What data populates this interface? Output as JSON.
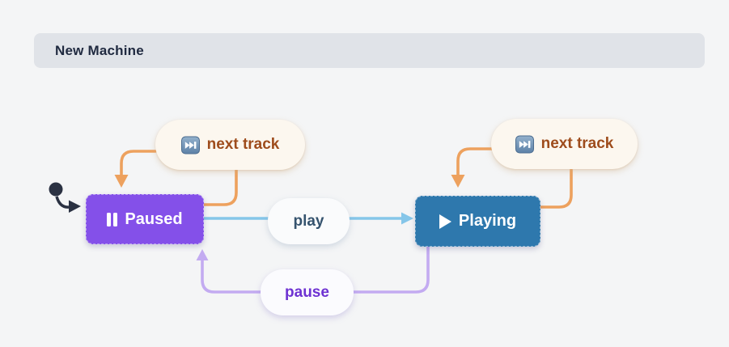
{
  "header": {
    "title": "New Machine"
  },
  "diagram": {
    "initial_state": "Paused",
    "states": [
      {
        "id": "paused",
        "label": "Paused",
        "icon": "pause-icon",
        "color": "#8450e9"
      },
      {
        "id": "playing",
        "label": "Playing",
        "icon": "play-icon",
        "color": "#2e78ad"
      }
    ],
    "events": [
      {
        "id": "next-track-paused",
        "label": "next track",
        "icon": "next-track-icon",
        "color": "#eda15e",
        "from": "Paused",
        "to": "Paused"
      },
      {
        "id": "play",
        "label": "play",
        "color": "#85c6e9",
        "from": "Paused",
        "to": "Playing"
      },
      {
        "id": "pause",
        "label": "pause",
        "color": "#c3abf1",
        "from": "Playing",
        "to": "Paused"
      },
      {
        "id": "next-track-playing",
        "label": "next track",
        "icon": "next-track-icon",
        "color": "#eda15e",
        "from": "Playing",
        "to": "Playing"
      }
    ],
    "colors": {
      "background": "#f4f5f6",
      "header_bar": "#e0e3e8",
      "initial_marker": "#2a3142",
      "event_pill_cream": "#fcf7ef",
      "event_text_brown": "#9e4c1c"
    }
  }
}
